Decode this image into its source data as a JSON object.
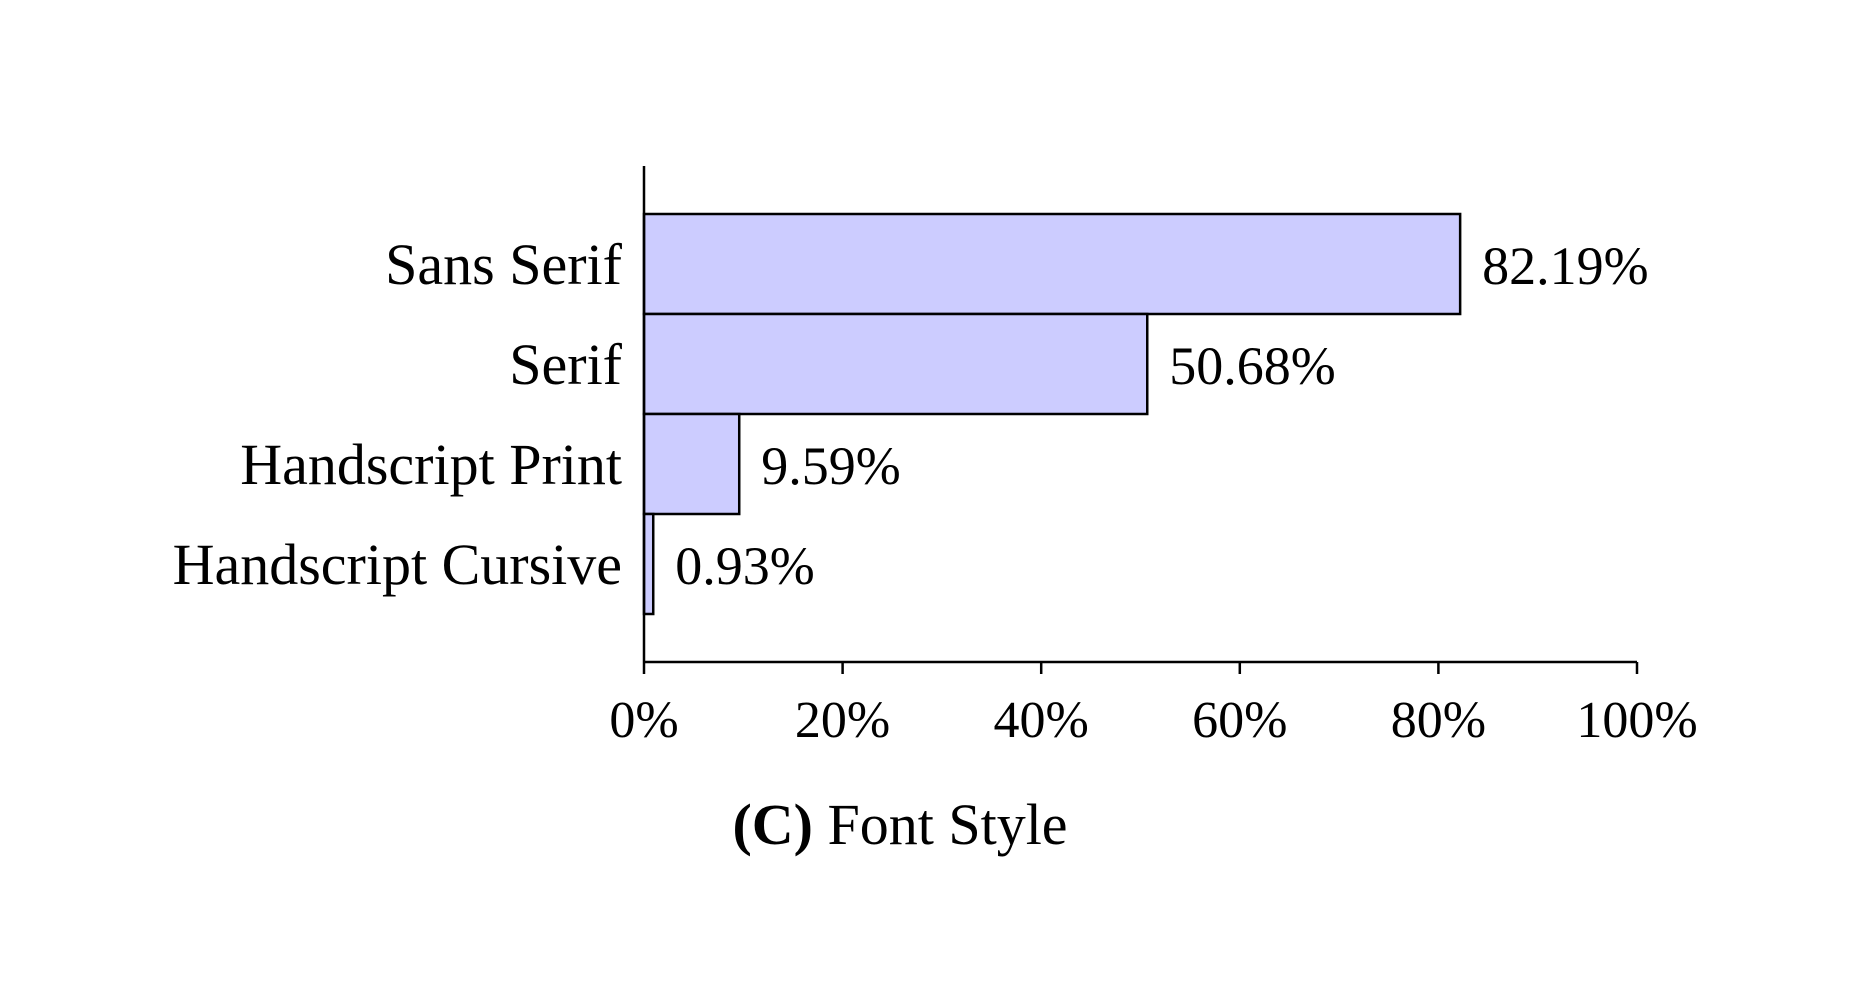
{
  "chart_data": {
    "type": "bar",
    "orientation": "horizontal",
    "categories": [
      "Sans Serif",
      "Serif",
      "Handscript Print",
      "Handscript Cursive"
    ],
    "values": [
      82.19,
      50.68,
      9.59,
      0.93
    ],
    "value_labels": [
      "82.19%",
      "50.68%",
      "9.59%",
      "0.93%"
    ],
    "xlim": [
      0,
      100
    ],
    "x_ticks": [
      0,
      20,
      40,
      60,
      80,
      100
    ],
    "x_tick_labels": [
      "0%",
      "20%",
      "40%",
      "60%",
      "80%",
      "100%"
    ],
    "caption": {
      "prefix": "(C)",
      "text": "Font Style"
    },
    "bar_color": "#ccccff",
    "bar_edge_color": "#000000",
    "grid": false,
    "legend": "none"
  }
}
